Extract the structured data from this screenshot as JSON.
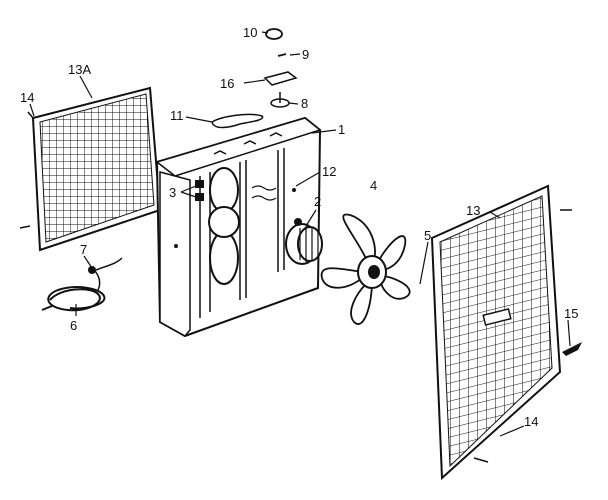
{
  "diagram": {
    "colors": {
      "ink": "#111111",
      "paper": "#ffffff"
    },
    "callouts": [
      {
        "id": "c10",
        "text": "10"
      },
      {
        "id": "c9",
        "text": "9"
      },
      {
        "id": "c16",
        "text": "16"
      },
      {
        "id": "c8",
        "text": "8"
      },
      {
        "id": "c11",
        "text": "11"
      },
      {
        "id": "c1",
        "text": "1"
      },
      {
        "id": "c12",
        "text": "12"
      },
      {
        "id": "c4",
        "text": "4"
      },
      {
        "id": "c3",
        "text": "3"
      },
      {
        "id": "c2",
        "text": "2"
      },
      {
        "id": "c5",
        "text": "5"
      },
      {
        "id": "c13a",
        "text": "13A"
      },
      {
        "id": "c14a",
        "text": "14"
      },
      {
        "id": "c13",
        "text": "13"
      },
      {
        "id": "c7",
        "text": "7"
      },
      {
        "id": "c6",
        "text": "6"
      },
      {
        "id": "c15",
        "text": "15"
      },
      {
        "id": "c14b",
        "text": "14"
      }
    ]
  }
}
